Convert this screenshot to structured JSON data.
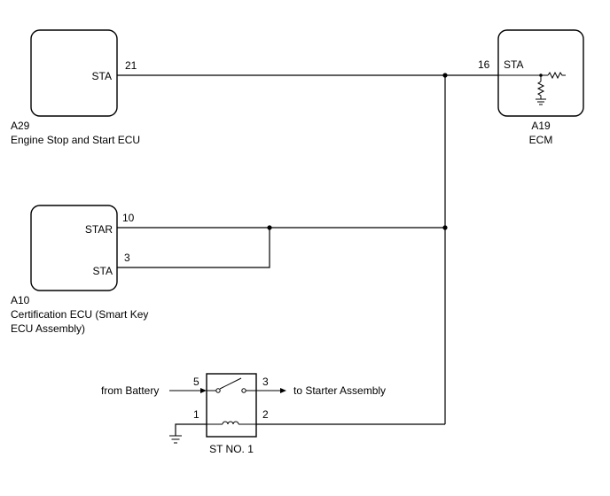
{
  "components": {
    "a29": {
      "code": "A29",
      "name": "Engine Stop and Start ECU",
      "terminal": {
        "label": "STA",
        "pin": "21"
      }
    },
    "a19": {
      "code": "A19",
      "name": "ECM",
      "terminal": {
        "label": "STA",
        "pin": "16"
      }
    },
    "a10": {
      "code": "A10",
      "name_line1": "Certification ECU (Smart Key",
      "name_line2": "ECU Assembly)",
      "terminal_star": {
        "label": "STAR",
        "pin": "10"
      },
      "terminal_sta": {
        "label": "STA",
        "pin": "3"
      }
    },
    "relay": {
      "name": "ST NO. 1",
      "pins": {
        "p5": "5",
        "p3": "3",
        "p1": "1",
        "p2": "2"
      }
    }
  },
  "labels": {
    "from_battery": "from Battery",
    "to_starter": "to Starter Assembly"
  }
}
